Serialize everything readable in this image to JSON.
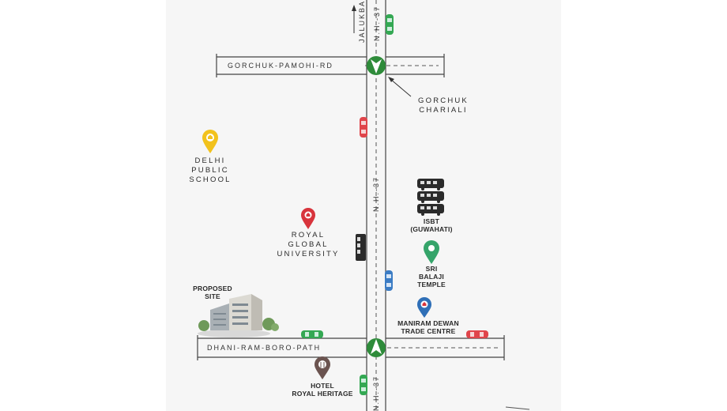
{
  "roads": {
    "top_road": "GORCHUK-PAMOHI-RD",
    "bottom_road": "DHANI-RAM-BORO-PATH",
    "highway_upper": "N.H.-37",
    "highway_middle": "N.H.-37",
    "highway_lower": "N.H.-37",
    "north_direction": "JALUKBARI"
  },
  "places": {
    "gorchuk_chariali": [
      "GORCHUK",
      "CHARIALI"
    ],
    "delhi_public_school": [
      "DELHI",
      "PUBLIC",
      "SCHOOL"
    ],
    "royal_global_university": [
      "ROYAL",
      "GLOBAL",
      "UNIVERSITY"
    ],
    "isbt": [
      "ISBT",
      "(GUWAHATI)"
    ],
    "sri_balaji_temple": [
      "SRI",
      "BALAJI",
      "TEMPLE"
    ],
    "proposed_site": [
      "PROPOSED",
      "SITE"
    ],
    "maniram_dewan": [
      "MANIRAM DEWAN",
      "TRADE CENTRE"
    ],
    "hotel_royal_heritage": [
      "HOTEL",
      "ROYAL HERITAGE"
    ]
  },
  "colors": {
    "background_panel": "#f6f6f6",
    "road_outline": "#444444",
    "junction_green": "#2e8b3a",
    "pin_yellow": "#f2c21c",
    "pin_red": "#d8343c",
    "pin_green": "#35a46a",
    "pin_blue": "#2f6fb7",
    "pin_brown": "#6b5450",
    "car_green": "#34a853",
    "car_red": "#e0454b",
    "car_blue": "#3b7cc4"
  },
  "icons": [
    "junction-arrow-icon",
    "location-pin-icon",
    "bus-icon",
    "car-icon",
    "building-icon",
    "school-pin-icon",
    "university-pin-icon",
    "temple-pin-icon",
    "hotel-pin-icon",
    "trade-centre-pin-icon"
  ]
}
